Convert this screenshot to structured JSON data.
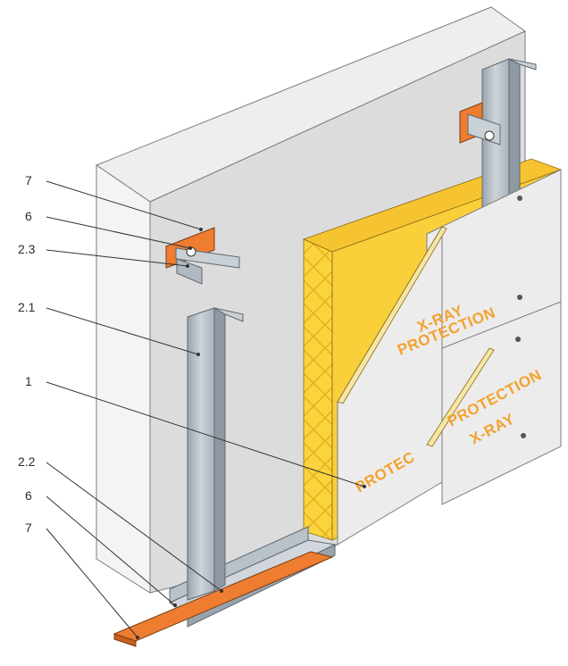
{
  "callouts": [
    {
      "label": "7"
    },
    {
      "label": "6"
    },
    {
      "label": "2.3"
    },
    {
      "label": "2.1"
    },
    {
      "label": "1"
    },
    {
      "label": "2.2"
    },
    {
      "label": "6"
    },
    {
      "label": "7"
    }
  ],
  "board_print": {
    "line1": "PROTECTION",
    "line2": "X-RAY",
    "partial": "PROTEC"
  },
  "colors": {
    "wall_front": "#dcdcdd",
    "wall_side": "#f1f1f2",
    "wall_top": "#e9e9ea",
    "insulation": "#fbd33c",
    "board": "#ececec",
    "lead_strip": "#ee7d31",
    "steel": "#b9c1c9"
  }
}
